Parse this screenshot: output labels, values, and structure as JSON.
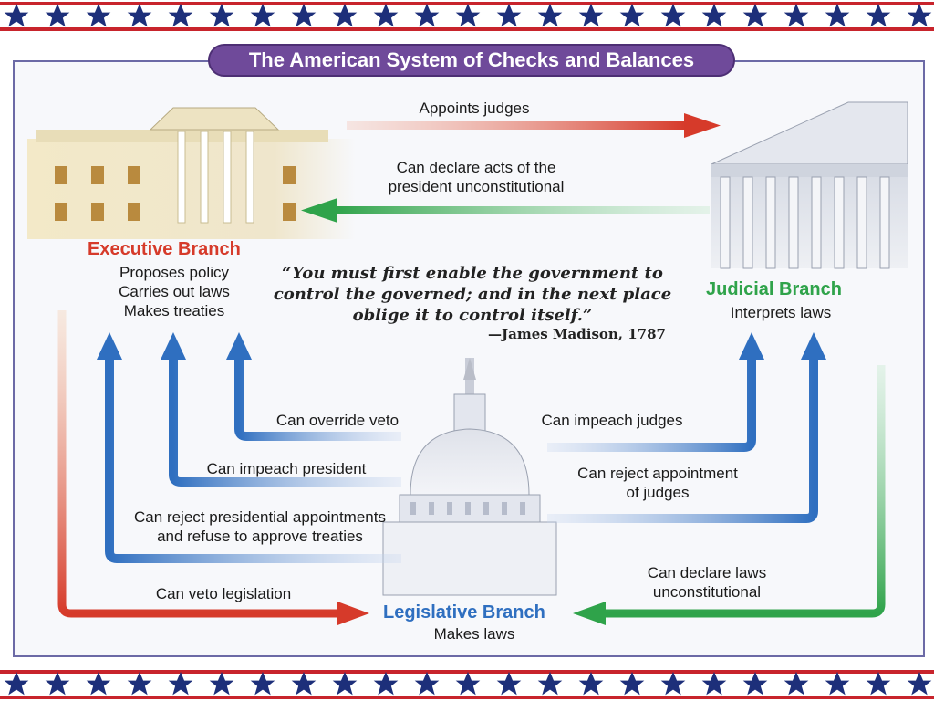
{
  "title": "The American System of Checks and Balances",
  "colors": {
    "executive": "#d63a2a",
    "judicial": "#2fa34a",
    "legislative": "#2f6fc0",
    "banner": "#6f4a9a"
  },
  "branches": {
    "executive": {
      "name": "Executive Branch",
      "duties": [
        "Proposes policy",
        "Carries out laws",
        "Makes treaties"
      ]
    },
    "judicial": {
      "name": "Judicial Branch",
      "duties": [
        "Interprets laws"
      ]
    },
    "legislative": {
      "name": "Legislative Branch",
      "duties": [
        "Makes laws"
      ]
    }
  },
  "quote": {
    "text": "“You must first enable the government to control the governed; and in the next place oblige it to control itself.”",
    "author": "—James Madison, 1787"
  },
  "checks": {
    "appoints_judges": "Appoints judges",
    "declare_acts_line1": "Can declare acts of the",
    "declare_acts_line2": "president unconstitutional",
    "override_veto": "Can override veto",
    "impeach_president": "Can impeach president",
    "reject_appointments_line1": "Can reject presidential appointments",
    "reject_appointments_line2": "and refuse to approve treaties",
    "veto_legislation": "Can veto legislation",
    "impeach_judges": "Can impeach judges",
    "reject_judges_line1": "Can reject appointment",
    "reject_judges_line2": "of judges",
    "declare_laws_line1": "Can declare laws",
    "declare_laws_line2": "unconstitutional"
  }
}
